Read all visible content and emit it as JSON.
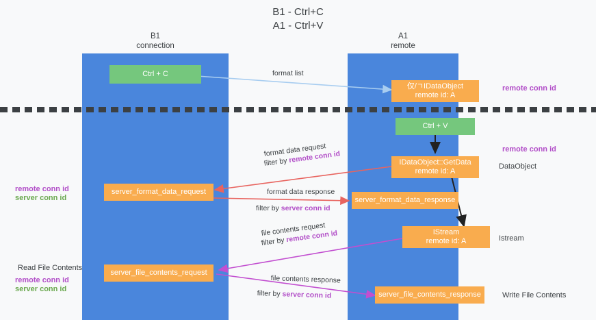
{
  "title": "B1 - Ctrl+C\nA1 - Ctrl+V",
  "lanes": [
    {
      "name": "b1",
      "label": "B1\nconnection"
    },
    {
      "name": "a1",
      "label": "A1\nremote"
    }
  ],
  "nodes": {
    "ctrl_c": "Ctrl + C",
    "ctrl_v": "Ctrl + V",
    "idataobject": "仅/ㄱIDataObject\nremote id: A",
    "getdata": "IDataObject::GetData\nremote id: A",
    "istream": "IStream\nremote id: A",
    "server_format_data_request": "server_format_data_request",
    "server_format_data_response": "server_format_data_response",
    "server_file_contents_request": "server_file_contents_request",
    "server_file_contents_response": "server_file_contents_response"
  },
  "edge_labels": {
    "format_list": "format list",
    "format_data_request": "format data request",
    "format_data_request_filter_prefix": "filter by ",
    "format_data_request_filter_key": "remote conn id",
    "format_data_response": "format data response",
    "format_data_response_filter_prefix": "filter by ",
    "format_data_response_filter_key": "server conn id",
    "file_contents_request": "file contents request",
    "file_contents_request_filter_prefix": "filter by ",
    "file_contents_request_filter_key": "remote conn id",
    "file_contents_response": "file contents response",
    "file_contents_response_filter_prefix": "filter by ",
    "file_contents_response_filter_key": "server conn id"
  },
  "side_labels": {
    "right_remote_conn_id_top": "remote conn id",
    "right_remote_conn_id_mid": "remote conn id",
    "right_dataobject": "DataObject",
    "right_istream": "Istream",
    "right_write_file_contents": "Write File Contents",
    "left_remote_conn_id_mid": "remote conn id",
    "left_server_conn_id_mid": "server conn id",
    "left_read_file_contents": "Read File Contents",
    "left_remote_conn_id_bottom": "remote conn id",
    "left_server_conn_id_bottom": "server conn id"
  },
  "colors": {
    "lane": "#4a86dc",
    "green_node": "#75c77d",
    "orange_node": "#f9ac4e",
    "purple_text": "#b24fc8",
    "green_text": "#6aa84f",
    "background": "#f8f9fa",
    "arrow_light_blue": "#a8cdf0",
    "arrow_red": "#e8645f",
    "arrow_black": "#222222",
    "arrow_magenta": "#c24fd0"
  }
}
